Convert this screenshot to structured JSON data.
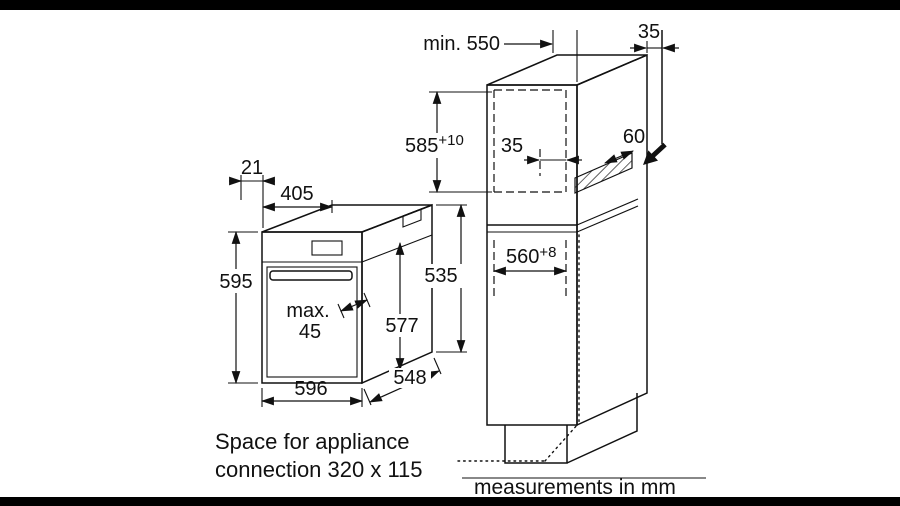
{
  "colors": {
    "line": "#111111",
    "background": "#ffffff",
    "letterbox": "#000000"
  },
  "oven": {
    "dim_door_offset": "21",
    "dim_top_depth": "405",
    "dim_front_height": "595",
    "handle_label": "max.",
    "handle_value": "45",
    "dim_body_height": "577",
    "dim_width": "596",
    "dim_bottom_depth": "548",
    "dim_rear_height": "535"
  },
  "cabinet": {
    "dim_min_depth": "min. 550",
    "dim_wall_gap": "35",
    "dim_niche_height": "585",
    "dim_niche_height_tol": "+10",
    "dim_vent_gap": "35",
    "dim_vent_depth": "60",
    "dim_niche_width": "560",
    "dim_niche_width_tol": "+8"
  },
  "notes": {
    "connection_line1": "Space for appliance",
    "connection_line2": "connection 320 x 115",
    "units": "measurements in mm"
  }
}
